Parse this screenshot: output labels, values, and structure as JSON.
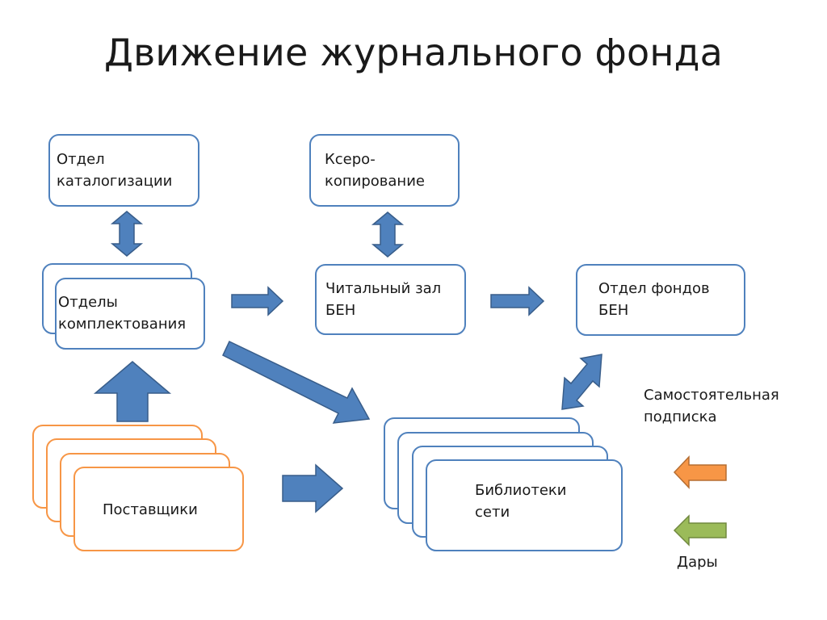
{
  "title": "Движение журнального фонда",
  "nodes": {
    "cataloging": "Отдел\nкаталогизации",
    "xerox": "Ксеро-\nкопирование",
    "acquisition": "Отделы\nкомплектования",
    "reading_room": "Читальный зал\nБЕН",
    "fund_dept": "Отдел фондов\nБЕН",
    "suppliers": "Поставщики",
    "network_libraries": "Библиотеки\nсети"
  },
  "legend": {
    "subscription": "Самостоятельная\nподписка",
    "gifts": "Дары"
  },
  "colors": {
    "box_border": "#4f81bd",
    "supplier_border": "#f79646",
    "arrow_fill": "#4f81bd",
    "arrow_stroke": "#385d8a",
    "subscription_arrow": "#f79646",
    "gifts_arrow": "#9bbb59"
  }
}
